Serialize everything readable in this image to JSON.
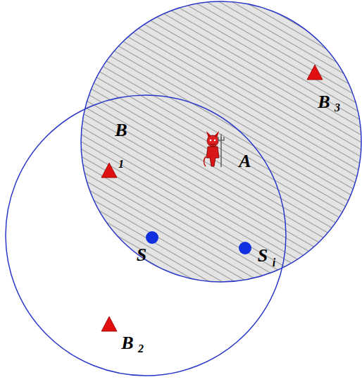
{
  "diagram": {
    "labels": [
      "B",
      "1",
      "A",
      "S",
      "S",
      "i",
      "B",
      "3",
      "B",
      "2"
    ]
  }
}
